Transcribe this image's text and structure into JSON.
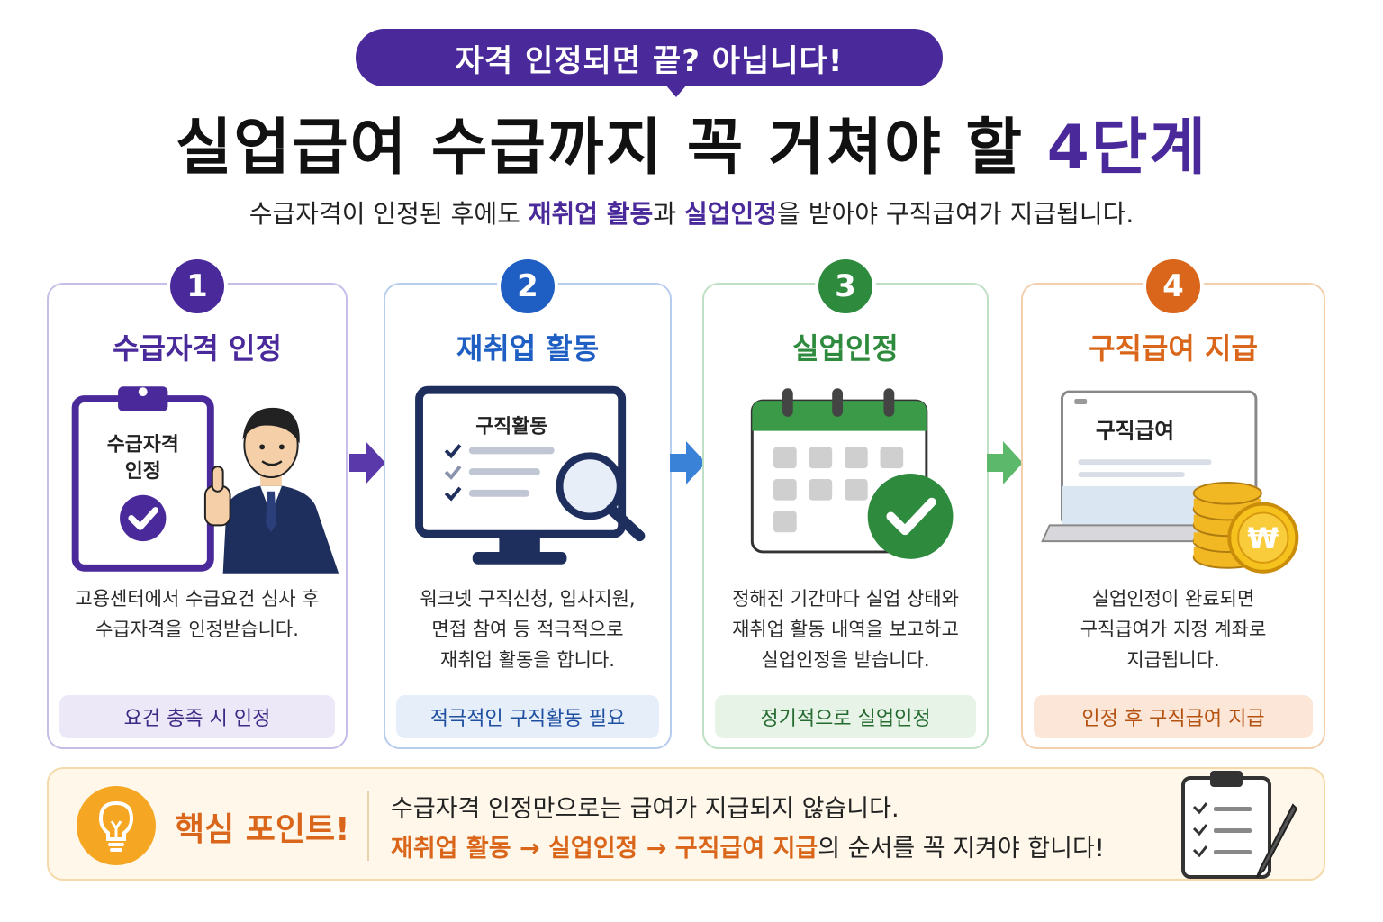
{
  "header": {
    "badge": "자격 인정되면 끝? 아닙니다!",
    "title_main": "실업급여 수급까지 꼭 거쳐야 할 ",
    "title_accent": "4단계",
    "subtitle_pre": "수급자격이 인정된 후에도 ",
    "subtitle_hl1": "재취업 활동",
    "subtitle_mid": "과 ",
    "subtitle_hl2": "실업인정",
    "subtitle_post": "을 받아야 구직급여가 지급됩니다."
  },
  "steps": [
    {
      "number": "1",
      "title": "수급자격 인정",
      "illustration_text": [
        "수급자격",
        "인정"
      ],
      "desc": [
        "고용센터에서 수급요건 심사 후",
        "수급자격을 인정받습니다."
      ],
      "tag": "요건 충족 시 인정",
      "icon": "clipboard-check-person-icon"
    },
    {
      "number": "2",
      "title": "재취업 활동",
      "illustration_text": [
        "구직활동"
      ],
      "desc": [
        "워크넷 구직신청, 입사지원,",
        "면접 참여 등 적극적으로",
        "재취업 활동을 합니다."
      ],
      "tag": "적극적인 구직활동 필요",
      "icon": "monitor-search-icon"
    },
    {
      "number": "3",
      "title": "실업인정",
      "illustration_text": [],
      "desc": [
        "정해진 기간마다 실업 상태와",
        "재취업 활동 내역을 보고하고",
        "실업인정을 받습니다."
      ],
      "tag": "정기적으로 실업인정",
      "icon": "calendar-check-icon"
    },
    {
      "number": "4",
      "title": "구직급여 지급",
      "illustration_text": [
        "구직급여"
      ],
      "desc": [
        "실업인정이 완료되면",
        "구직급여가 지정 계좌로",
        "지급됩니다."
      ],
      "tag": "인정 후 구직급여 지급",
      "icon": "laptop-coins-icon"
    }
  ],
  "coin_symbol": "₩",
  "key_point": {
    "label": "핵심 포인트!",
    "line1": "수급자격 인정만으로는 급여가 지급되지 않습니다.",
    "line2_hl": "재취업 활동 → 실업인정 → 구직급여 지급",
    "line2_post": "의 순서를 꼭 지켜야 합니다!"
  },
  "colors": {
    "purple": "#4a2a9a",
    "blue": "#1f5fc4",
    "green": "#2e8b3e",
    "orange": "#d9661a"
  }
}
